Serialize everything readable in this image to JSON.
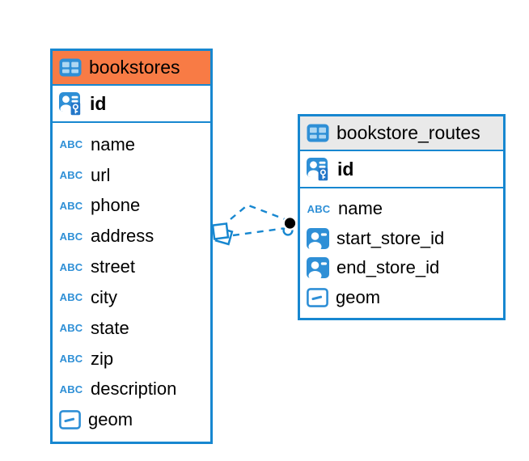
{
  "colors": {
    "accent_blue": "#1787d0",
    "icon_blue": "#2e8fd6",
    "icon_pane_light_blue": "#aed7f2",
    "selected_header_orange": "#f87b45",
    "header_gray": "#e9e9e9",
    "relationship_line_blue": "#1787d0",
    "relationship_dot_black": "#000000",
    "text_black": "#000000"
  },
  "icons": {
    "text_type_label": "ABC"
  },
  "tables": [
    {
      "name": "bookstores",
      "primary_key": "id",
      "header_style": "orange-selected",
      "fields": [
        {
          "name": "name",
          "type": "text"
        },
        {
          "name": "url",
          "type": "text"
        },
        {
          "name": "phone",
          "type": "text"
        },
        {
          "name": "address",
          "type": "text"
        },
        {
          "name": "street",
          "type": "text"
        },
        {
          "name": "city",
          "type": "text"
        },
        {
          "name": "state",
          "type": "text"
        },
        {
          "name": "zip",
          "type": "text"
        },
        {
          "name": "description",
          "type": "text"
        },
        {
          "name": "geom",
          "type": "geometry"
        }
      ]
    },
    {
      "name": "bookstore_routes",
      "primary_key": "id",
      "header_style": "gray",
      "fields": [
        {
          "name": "name",
          "type": "text"
        },
        {
          "name": "start_store_id",
          "type": "foreign-key"
        },
        {
          "name": "end_store_id",
          "type": "foreign-key"
        },
        {
          "name": "geom",
          "type": "geometry"
        }
      ]
    }
  ],
  "relationship": {
    "style": "dashed",
    "line_count": 2,
    "from_table": "bookstores",
    "to_table": "bookstore_routes"
  }
}
